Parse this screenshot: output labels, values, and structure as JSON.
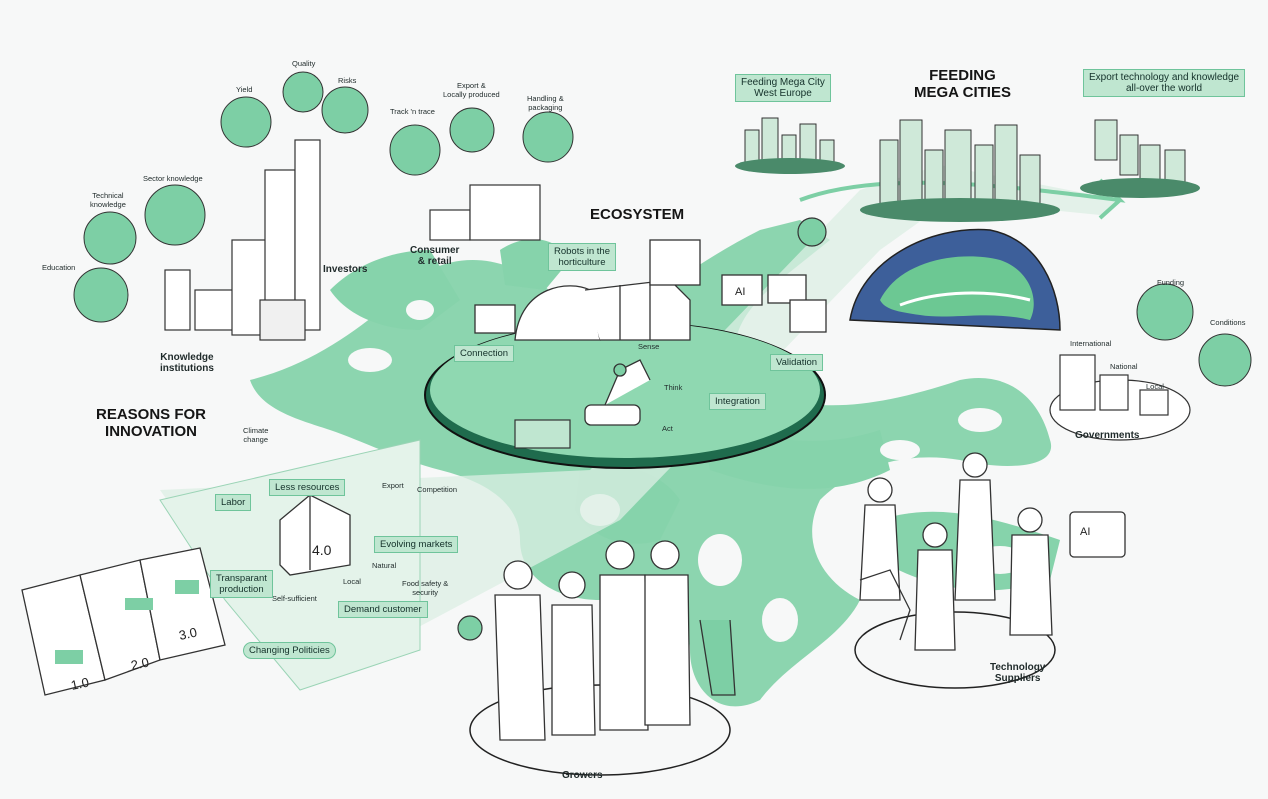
{
  "headings": {
    "reasons": "REASONS FOR\nINNOVATION",
    "ecosystem": "ECOSYSTEM",
    "feeding": "FEEDING\nMEGA CITIES"
  },
  "groups": {
    "knowledge": "Knowledge\ninstitutions",
    "investors": "Investors",
    "consumer": "Consumer\n& retail",
    "governments": "Governments",
    "tech": "Technology\nSuppliers",
    "growers": "Growers"
  },
  "small_labels": {
    "education": "Education",
    "technical": "Technical\nknowledge",
    "sector": "Sector knowledge",
    "yield": "Yield",
    "quality": "Quality",
    "risks": "Risks",
    "track": "Track 'n trace",
    "export_local": "Export &\nLocally produced",
    "handling": "Handling &\npackaging",
    "sense": "Sense",
    "think": "Think",
    "act": "Act",
    "climate": "Climate\nchange",
    "export": "Export",
    "competition": "Competition",
    "local": "Local",
    "natural": "Natural",
    "food_safety": "Food safety &\nsecurity",
    "self_sufficient": "Self-sufficient",
    "international": "International",
    "national": "National",
    "local_gov": "Local",
    "funding": "Funding",
    "conditions": "Conditions"
  },
  "tags": {
    "robots": "Robots in the\nhorticulture",
    "connection": "Connection",
    "integration": "Integration",
    "validation": "Validation",
    "labor": "Labor",
    "less_resources": "Less resources",
    "evolving": "Evolving markets",
    "transparant": "Transparant\nproduction",
    "demand": "Demand customer",
    "policies": "Changing Politicies",
    "feeding_west": "Feeding Mega City\nWest Europe",
    "export_tech": "Export technology and knowledge\nall-over the world"
  },
  "sketch_text": {
    "box": "4.0",
    "ai": "AI",
    "tablet_ai": "AI",
    "v1": "1.0",
    "v2": "2.0",
    "v3": "3.0"
  },
  "colors": {
    "green": "#7dcfa5",
    "green_light": "#bfe6d0",
    "green_dark": "#2f7a57",
    "ink": "#2b2b2b",
    "ocean": "#3d5f9a"
  }
}
